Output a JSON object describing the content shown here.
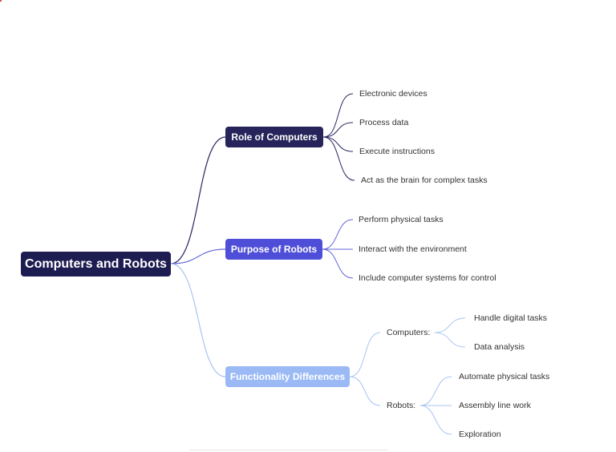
{
  "root": {
    "label": "Computers and Robots"
  },
  "branches": [
    {
      "label": "Role of Computers",
      "leaves": [
        "Electronic devices",
        "Process data",
        "Execute instructions",
        "Act as the brain for complex tasks"
      ]
    },
    {
      "label": "Purpose of Robots",
      "leaves": [
        "Perform physical tasks",
        "Interact with the environment",
        "Include computer systems for control"
      ]
    },
    {
      "label": "Functionality Differences",
      "groups": [
        {
          "label": "Computers:",
          "leaves": [
            "Handle digital tasks",
            "Data analysis"
          ]
        },
        {
          "label": "Robots:",
          "leaves": [
            "Automate physical tasks",
            "Assembly line work",
            "Exploration"
          ]
        }
      ]
    }
  ],
  "colors": {
    "root": "#1e1d52",
    "branch_1": "#26245a",
    "branch_2": "#4f4ed8",
    "branch_3": "#9ab9f5",
    "edge_1": "#2a2860",
    "edge_2": "#6565dc",
    "edge_3": "#a8c4f2"
  }
}
